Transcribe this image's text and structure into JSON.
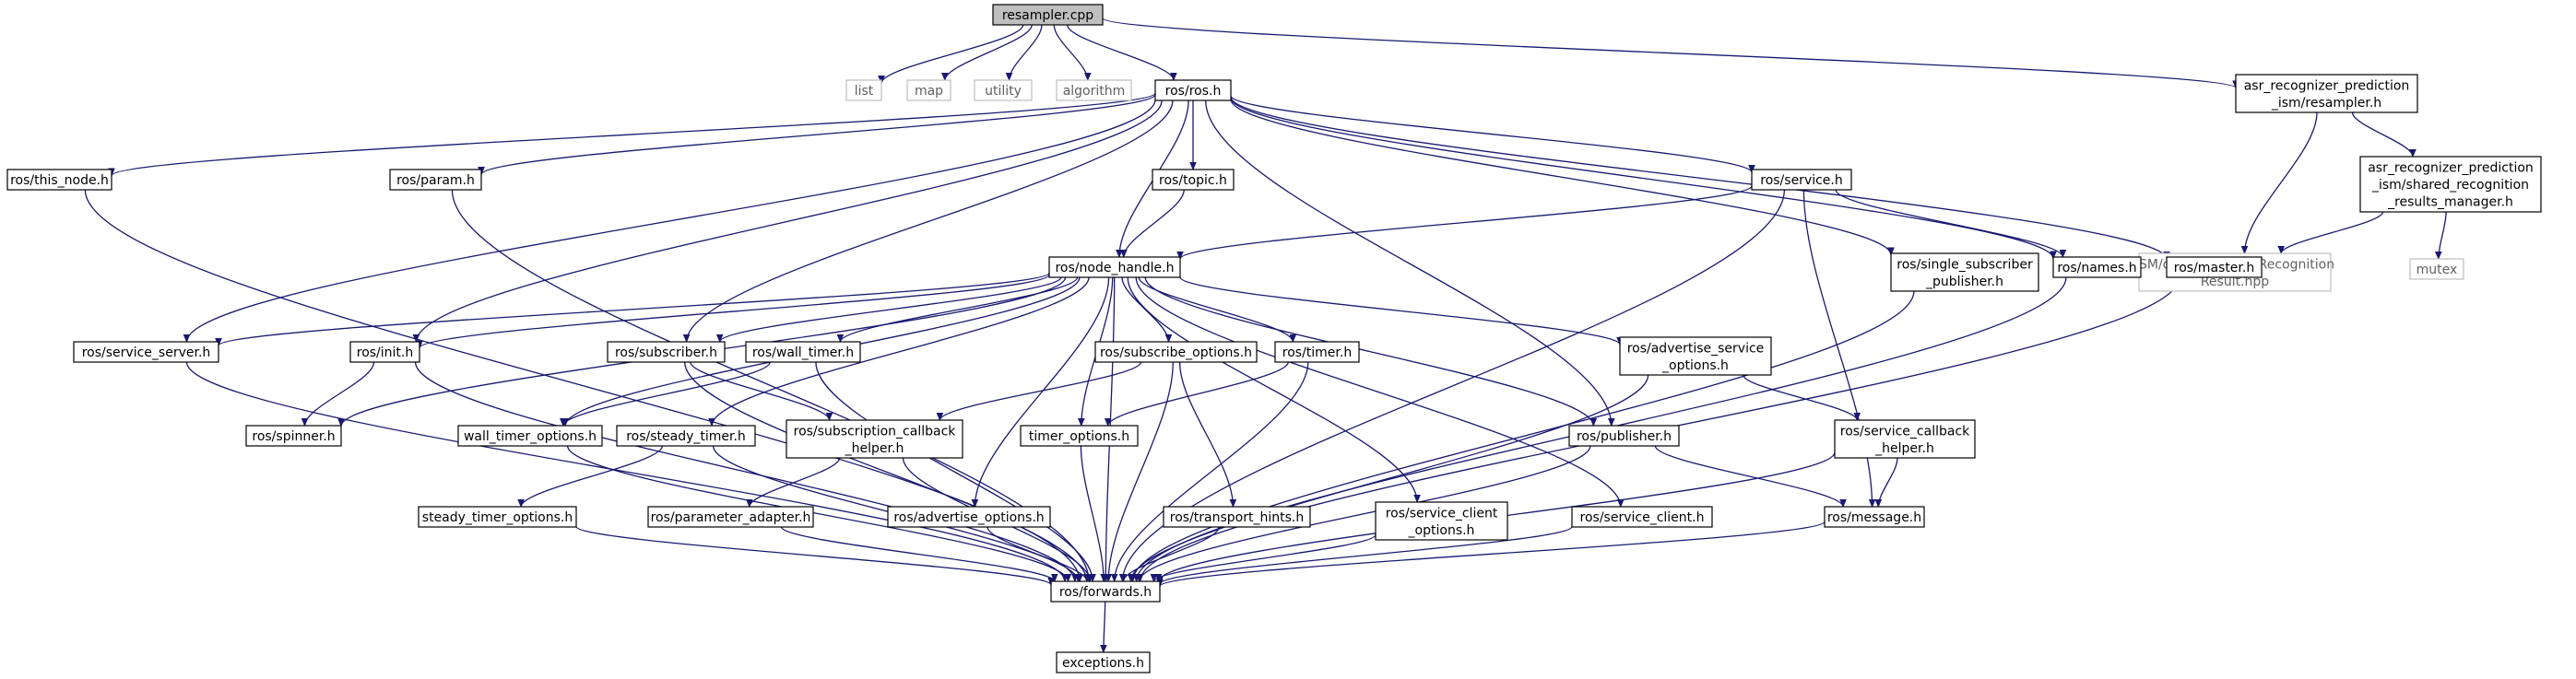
{
  "diagram": {
    "type": "include-dependency-graph",
    "colors": {
      "edge": "#191970",
      "root_fill": "#bfbfbf",
      "node_stroke": "#000000",
      "system_stroke": "#bfbfbf",
      "system_text": "#606060"
    },
    "nodes": [
      {
        "id": "resampler_cpp",
        "lines": [
          "resampler.cpp"
        ],
        "kind": "root"
      },
      {
        "id": "list",
        "lines": [
          "list"
        ],
        "kind": "system"
      },
      {
        "id": "map",
        "lines": [
          "map"
        ],
        "kind": "system"
      },
      {
        "id": "utility",
        "lines": [
          "utility"
        ],
        "kind": "system"
      },
      {
        "id": "algorithm",
        "lines": [
          "algorithm"
        ],
        "kind": "system"
      },
      {
        "id": "ros_ros",
        "lines": [
          "ros/ros.h"
        ],
        "kind": "normal"
      },
      {
        "id": "asr_resampler",
        "lines": [
          "asr_recognizer_prediction",
          "_ism/resampler.h"
        ],
        "kind": "normal"
      },
      {
        "id": "asr_shared",
        "lines": [
          "asr_recognizer_prediction",
          "_ism/shared_recognition",
          "_results_manager.h"
        ],
        "kind": "normal"
      },
      {
        "id": "ism_recres",
        "lines": [
          "ISM/common_type/Recognition",
          "Result.hpp"
        ],
        "kind": "system"
      },
      {
        "id": "mutex",
        "lines": [
          "mutex"
        ],
        "kind": "system"
      },
      {
        "id": "this_node",
        "lines": [
          "ros/this_node.h"
        ],
        "kind": "normal"
      },
      {
        "id": "param",
        "lines": [
          "ros/param.h"
        ],
        "kind": "normal"
      },
      {
        "id": "topic",
        "lines": [
          "ros/topic.h"
        ],
        "kind": "normal"
      },
      {
        "id": "service",
        "lines": [
          "ros/service.h"
        ],
        "kind": "normal"
      },
      {
        "id": "node_handle",
        "lines": [
          "ros/node_handle.h"
        ],
        "kind": "normal"
      },
      {
        "id": "single_sub_pub",
        "lines": [
          "ros/single_subscriber",
          "_publisher.h"
        ],
        "kind": "normal"
      },
      {
        "id": "names",
        "lines": [
          "ros/names.h"
        ],
        "kind": "normal"
      },
      {
        "id": "master",
        "lines": [
          "ros/master.h"
        ],
        "kind": "normal"
      },
      {
        "id": "service_server",
        "lines": [
          "ros/service_server.h"
        ],
        "kind": "normal"
      },
      {
        "id": "init",
        "lines": [
          "ros/init.h"
        ],
        "kind": "normal"
      },
      {
        "id": "subscriber",
        "lines": [
          "ros/subscriber.h"
        ],
        "kind": "normal"
      },
      {
        "id": "wall_timer",
        "lines": [
          "ros/wall_timer.h"
        ],
        "kind": "normal"
      },
      {
        "id": "subscribe_options",
        "lines": [
          "ros/subscribe_options.h"
        ],
        "kind": "normal"
      },
      {
        "id": "timer",
        "lines": [
          "ros/timer.h"
        ],
        "kind": "normal"
      },
      {
        "id": "adv_srv_opts",
        "lines": [
          "ros/advertise_service",
          "_options.h"
        ],
        "kind": "normal"
      },
      {
        "id": "spinner",
        "lines": [
          "ros/spinner.h"
        ],
        "kind": "normal"
      },
      {
        "id": "wall_timer_opts",
        "lines": [
          "wall_timer_options.h"
        ],
        "kind": "normal"
      },
      {
        "id": "steady_timer",
        "lines": [
          "ros/steady_timer.h"
        ],
        "kind": "normal"
      },
      {
        "id": "sub_cb_helper",
        "lines": [
          "ros/subscription_callback",
          "_helper.h"
        ],
        "kind": "normal"
      },
      {
        "id": "timer_opts",
        "lines": [
          "timer_options.h"
        ],
        "kind": "normal"
      },
      {
        "id": "publisher",
        "lines": [
          "ros/publisher.h"
        ],
        "kind": "normal"
      },
      {
        "id": "srv_cb_helper",
        "lines": [
          "ros/service_callback",
          "_helper.h"
        ],
        "kind": "normal"
      },
      {
        "id": "steady_timer_opts",
        "lines": [
          "steady_timer_options.h"
        ],
        "kind": "normal"
      },
      {
        "id": "param_adapter",
        "lines": [
          "ros/parameter_adapter.h"
        ],
        "kind": "normal"
      },
      {
        "id": "adv_opts",
        "lines": [
          "ros/advertise_options.h"
        ],
        "kind": "normal"
      },
      {
        "id": "transport_hints",
        "lines": [
          "ros/transport_hints.h"
        ],
        "kind": "normal"
      },
      {
        "id": "srv_client_opts",
        "lines": [
          "ros/service_client",
          "_options.h"
        ],
        "kind": "normal"
      },
      {
        "id": "srv_client",
        "lines": [
          "ros/service_client.h"
        ],
        "kind": "normal"
      },
      {
        "id": "message",
        "lines": [
          "ros/message.h"
        ],
        "kind": "normal"
      },
      {
        "id": "forwards",
        "lines": [
          "ros/forwards.h"
        ],
        "kind": "normal"
      },
      {
        "id": "exceptions",
        "lines": [
          "exceptions.h"
        ],
        "kind": "normal"
      }
    ],
    "edges": [
      [
        "resampler_cpp",
        "list"
      ],
      [
        "resampler_cpp",
        "map"
      ],
      [
        "resampler_cpp",
        "utility"
      ],
      [
        "resampler_cpp",
        "algorithm"
      ],
      [
        "resampler_cpp",
        "ros_ros"
      ],
      [
        "resampler_cpp",
        "asr_resampler"
      ],
      [
        "asr_resampler",
        "asr_shared"
      ],
      [
        "asr_resampler",
        "ism_recres"
      ],
      [
        "asr_shared",
        "ism_recres"
      ],
      [
        "asr_shared",
        "mutex"
      ],
      [
        "ros_ros",
        "this_node"
      ],
      [
        "ros_ros",
        "param"
      ],
      [
        "ros_ros",
        "topic"
      ],
      [
        "ros_ros",
        "service"
      ],
      [
        "ros_ros",
        "node_handle"
      ],
      [
        "ros_ros",
        "single_sub_pub"
      ],
      [
        "ros_ros",
        "names"
      ],
      [
        "ros_ros",
        "master"
      ],
      [
        "ros_ros",
        "service_server"
      ],
      [
        "ros_ros",
        "init"
      ],
      [
        "ros_ros",
        "subscriber"
      ],
      [
        "ros_ros",
        "publisher"
      ],
      [
        "topic",
        "node_handle"
      ],
      [
        "service",
        "node_handle"
      ],
      [
        "service",
        "names"
      ],
      [
        "service",
        "message"
      ],
      [
        "service",
        "forwards"
      ],
      [
        "node_handle",
        "service_server"
      ],
      [
        "node_handle",
        "init"
      ],
      [
        "node_handle",
        "subscriber"
      ],
      [
        "node_handle",
        "wall_timer"
      ],
      [
        "node_handle",
        "subscribe_options"
      ],
      [
        "node_handle",
        "timer"
      ],
      [
        "node_handle",
        "adv_srv_opts"
      ],
      [
        "node_handle",
        "spinner"
      ],
      [
        "node_handle",
        "wall_timer_opts"
      ],
      [
        "node_handle",
        "steady_timer"
      ],
      [
        "node_handle",
        "timer_opts"
      ],
      [
        "node_handle",
        "publisher"
      ],
      [
        "node_handle",
        "adv_opts"
      ],
      [
        "node_handle",
        "srv_client_opts"
      ],
      [
        "node_handle",
        "srv_client"
      ],
      [
        "node_handle",
        "forwards"
      ],
      [
        "this_node",
        "forwards"
      ],
      [
        "param",
        "forwards"
      ],
      [
        "names",
        "forwards"
      ],
      [
        "master",
        "forwards"
      ],
      [
        "single_sub_pub",
        "forwards"
      ],
      [
        "service_server",
        "forwards"
      ],
      [
        "init",
        "spinner"
      ],
      [
        "init",
        "forwards"
      ],
      [
        "subscriber",
        "sub_cb_helper"
      ],
      [
        "subscriber",
        "forwards"
      ],
      [
        "wall_timer",
        "wall_timer_opts"
      ],
      [
        "wall_timer",
        "forwards"
      ],
      [
        "subscribe_options",
        "sub_cb_helper"
      ],
      [
        "subscribe_options",
        "transport_hints"
      ],
      [
        "subscribe_options",
        "forwards"
      ],
      [
        "timer",
        "timer_opts"
      ],
      [
        "timer",
        "forwards"
      ],
      [
        "adv_srv_opts",
        "srv_cb_helper"
      ],
      [
        "adv_srv_opts",
        "forwards"
      ],
      [
        "wall_timer_opts",
        "forwards"
      ],
      [
        "steady_timer",
        "steady_timer_opts"
      ],
      [
        "steady_timer",
        "forwards"
      ],
      [
        "sub_cb_helper",
        "param_adapter"
      ],
      [
        "sub_cb_helper",
        "forwards"
      ],
      [
        "timer_opts",
        "forwards"
      ],
      [
        "publisher",
        "message"
      ],
      [
        "publisher",
        "forwards"
      ],
      [
        "srv_cb_helper",
        "message"
      ],
      [
        "srv_cb_helper",
        "forwards"
      ],
      [
        "steady_timer_opts",
        "forwards"
      ],
      [
        "param_adapter",
        "forwards"
      ],
      [
        "adv_opts",
        "forwards"
      ],
      [
        "transport_hints",
        "forwards"
      ],
      [
        "srv_client_opts",
        "forwards"
      ],
      [
        "srv_client",
        "forwards"
      ],
      [
        "message",
        "forwards"
      ],
      [
        "forwards",
        "exceptions"
      ]
    ]
  }
}
